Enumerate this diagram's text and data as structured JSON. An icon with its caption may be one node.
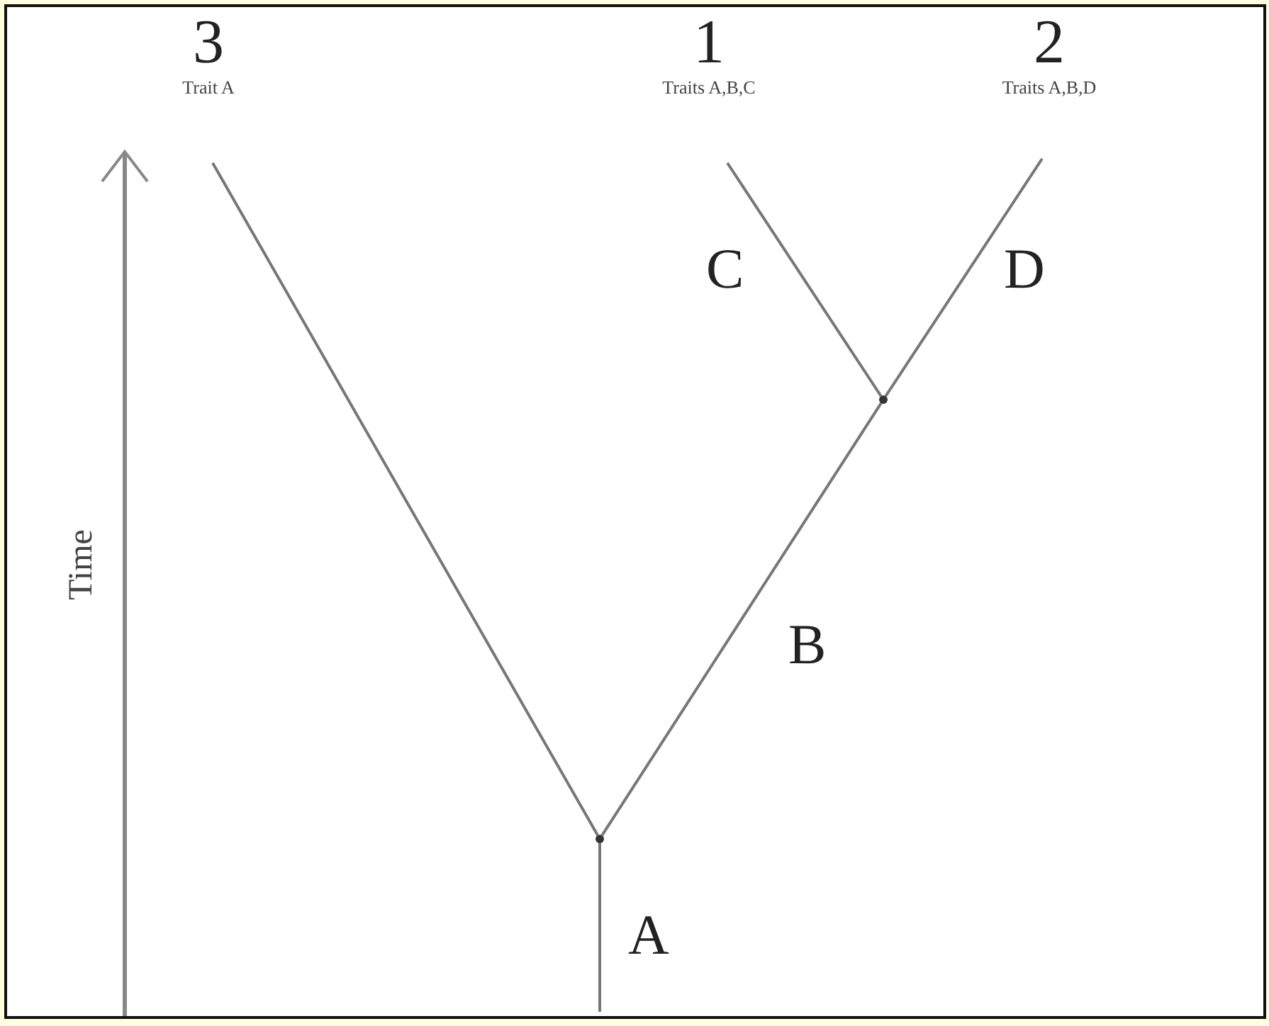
{
  "diagram": {
    "nodes": [
      {
        "text": [
          "3",
          "Trait A"
        ]
      },
      {
        "text": [
          "1",
          "Traits A,B,C"
        ]
      },
      {
        "text": [
          "2",
          "Traits A,B,D"
        ]
      },
      {
        "text": [],
        "shape": "point"
      },
      {
        "text": [],
        "shape": "point"
      }
    ],
    "edges": [
      {
        "from": null,
        "to": 3,
        "arrow": "none",
        "label": "A"
      },
      {
        "from": 3,
        "to": 0,
        "arrow": "none"
      },
      {
        "from": 3,
        "to": 4,
        "arrow": "none",
        "label": "B"
      },
      {
        "from": 4,
        "to": 1,
        "arrow": "none",
        "label": "C"
      },
      {
        "from": 4,
        "to": 2,
        "arrow": "none",
        "label": "D"
      }
    ],
    "labels": [
      "Time"
    ]
  }
}
